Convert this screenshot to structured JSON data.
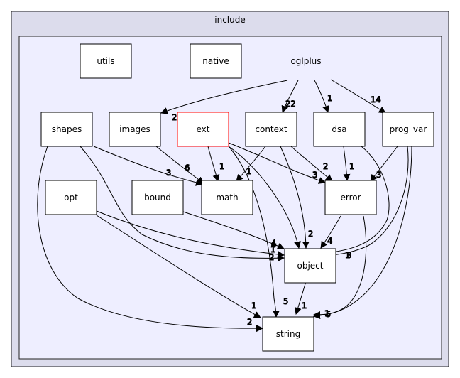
{
  "outer_cluster": {
    "label": "include",
    "fill": "#dcdcec",
    "stroke": "#222222"
  },
  "inner_cluster": {
    "label": "oglplus",
    "fill": "#eeeeff",
    "stroke": "#222222"
  },
  "nodes": {
    "utils": {
      "label": "utils",
      "border": "#000000"
    },
    "native": {
      "label": "native",
      "border": "#000000"
    },
    "shapes": {
      "label": "shapes",
      "border": "#000000"
    },
    "images": {
      "label": "images",
      "border": "#000000"
    },
    "ext": {
      "label": "ext",
      "border": "#ff0000"
    },
    "context": {
      "label": "context",
      "border": "#000000"
    },
    "dsa": {
      "label": "dsa",
      "border": "#000000"
    },
    "prog_var": {
      "label": "prog_var",
      "border": "#000000"
    },
    "opt": {
      "label": "opt",
      "border": "#000000"
    },
    "bound": {
      "label": "bound",
      "border": "#000000"
    },
    "math": {
      "label": "math",
      "border": "#000000"
    },
    "error": {
      "label": "error",
      "border": "#000000"
    },
    "object": {
      "label": "object",
      "border": "#000000"
    },
    "string": {
      "label": "string",
      "border": "#000000"
    }
  },
  "edges": {
    "oglplus_images": {
      "label": "2"
    },
    "oglplus_context": {
      "label": "22"
    },
    "oglplus_dsa": {
      "label": "1"
    },
    "oglplus_prog_var": {
      "label": "14"
    },
    "shapes_math": {
      "label": "3"
    },
    "shapes_object": {
      "label": "2"
    },
    "shapes_string": {
      "label": "2"
    },
    "images_math": {
      "label": "6"
    },
    "ext_math": {
      "label": "1"
    },
    "ext_error": {
      "label": "3"
    },
    "ext_object": {
      "label": "4"
    },
    "ext_string": {
      "label": "5"
    },
    "context_math": {
      "label": "1"
    },
    "context_error": {
      "label": "2"
    },
    "context_object": {
      "label": "2"
    },
    "dsa_error": {
      "label": "1"
    },
    "dsa_object": {
      "label": "1"
    },
    "prog_var_error": {
      "label": "3"
    },
    "prog_var_object": {
      "label": "3"
    },
    "prog_var_string": {
      "label": "1"
    },
    "opt_object": {
      "label": "1"
    },
    "opt_string": {
      "label": "1"
    },
    "bound_object": {
      "label": "4"
    },
    "error_object": {
      "label": "4"
    },
    "error_string": {
      "label": "5"
    },
    "object_string": {
      "label": "1"
    }
  }
}
